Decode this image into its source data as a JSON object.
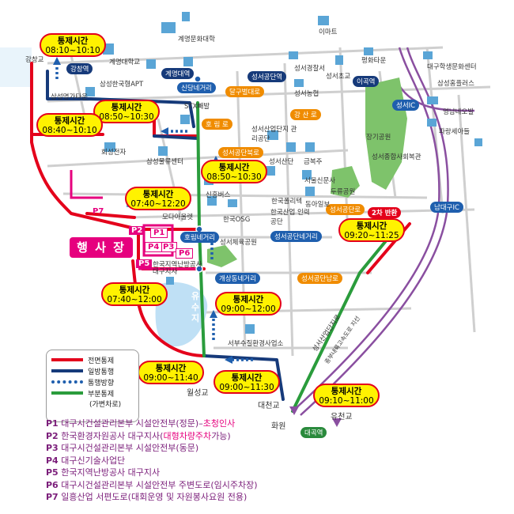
{
  "colors": {
    "full_closure": "#e4001b",
    "one_way": "#163a7a",
    "direction": "#1f5fae",
    "partial": "#2a9c3c",
    "venue": "#e6007e",
    "bubble_fill": "#fff200"
  },
  "control_label": "통제시간",
  "control_times": [
    {
      "id": "c1",
      "time": "08:10~10:10"
    },
    {
      "id": "c2",
      "time": "08:50~10:30"
    },
    {
      "id": "c3",
      "time": "08:40~10:10"
    },
    {
      "id": "c4",
      "time": "08:50~10:30"
    },
    {
      "id": "c5",
      "time": "07:40~12:20"
    },
    {
      "id": "c6",
      "time": "09:20~11:25"
    },
    {
      "id": "c7",
      "time": "07:40~12:00"
    },
    {
      "id": "c8",
      "time": "09:00~12:00"
    },
    {
      "id": "c9",
      "time": "09:00~11:40"
    },
    {
      "id": "c10",
      "time": "09:00~11:30"
    },
    {
      "id": "c11",
      "time": "09:10~11:00"
    }
  ],
  "stations": {
    "gangchang": "강창역",
    "keimyung": "계명대역",
    "seongseo_gongdan": "성서공단역",
    "igok": "이곡역",
    "daegok": "대곡역"
  },
  "road_pills": {
    "dalgubeol": "달구벌대로",
    "gangsan": "강 산 로",
    "hohoo": "호 림 로",
    "seongseo_north": "성서공단북로",
    "seongseo_south": "성서공단남로",
    "seongseo_ro": "성서공단로",
    "namdaegu_ic": "남대구IC",
    "seongseo_ic": "성서IC",
    "second_turn": "2차 반환"
  },
  "places": {
    "keimyung_univ_art": "계명문화대학",
    "keimyung_univ": "계명대학교",
    "gangchanggyo": "강창교",
    "samsung_apt": "삼성한국형APT",
    "samsung_town": "삼성명가타운",
    "sinddang_ix": "신당네거리",
    "stx": "STX빼발",
    "emart": "이마트",
    "seongseo_police": "성서경찰서",
    "seongseo_school": "성서초교",
    "seongseo_farm": "성서농협",
    "pyeonghwa": "평화타운",
    "daegu_students": "대구학생문화센터",
    "samsung_hp": "삼성홈플러스",
    "yeongnam_olnet": "영남네오빌",
    "paran": "파랑세아들",
    "kcs_north": "장기공원",
    "seongseo_gym": "성서종합사회복관",
    "seongseo_ind_office": "성서산업단지 관리공단",
    "seongseo_ind": "성서산단",
    "geumbok": "금복주",
    "hoseong": "회성전자",
    "samsung_logistics": "삼성물류센터",
    "sindong": "신흥버스",
    "modai": "모다아울렛",
    "hanguk_osg": "한국OSG",
    "hanguk_polytech": "한국폴리텍",
    "seoul_milk": "서울신문사",
    "donga": "동아일보",
    "korea_ind": "한국산업 인력공단",
    "mechanic_park": "두류공원",
    "hoim_ix": "호림네거리",
    "seongseo_body": "성서체육공원",
    "korea_district": "한국지역난방공사 대구지사",
    "gaesang_ix": "개상동네거리",
    "yusuji": "유수지",
    "seobu_water": "서부수질환경사업소",
    "wolsung_bridge": "월성교",
    "daecheon_bridge": "대천교",
    "hwawon": "화원",
    "yucheon_bridge": "유천교",
    "seongseo_ind_road": "성서산업단지로",
    "jungbu_road": "중부내륙고속도로 지선",
    "seongseo_gongdan_ix": "성서공단네거리",
    "daegok_station": "대곡역"
  },
  "p_labels": [
    "P1",
    "P2",
    "P3",
    "P4",
    "P5",
    "P6",
    "P7"
  ],
  "venue": "행 사 장",
  "legend": {
    "items": [
      {
        "label": "전면통제",
        "color": "#e4001b",
        "style": "solid"
      },
      {
        "label": "일방통행",
        "color": "#163a7a",
        "style": "solid"
      },
      {
        "label": "통행방향",
        "color": "#1f5fae",
        "style": "dotted"
      },
      {
        "label": "부분통제",
        "color": "#2a9c3c",
        "style": "solid"
      }
    ],
    "note": "(가변차로)"
  },
  "facilities": [
    {
      "id": "P1",
      "text": "대구시건설관리본부 시설안전부(정문)",
      "sep": "–",
      "highlight": "초청인사",
      "tail": ""
    },
    {
      "id": "P2",
      "text": "한국환경자원공사 대구지사(",
      "sep": "",
      "highlight": "대형차량주차",
      "tail": "가능)"
    },
    {
      "id": "P3",
      "text": "대구시건설관리본부 시설안전부(동문)",
      "sep": "",
      "highlight": "",
      "tail": ""
    },
    {
      "id": "P4",
      "text": "대구신기술사업단",
      "sep": "",
      "highlight": "",
      "tail": ""
    },
    {
      "id": "P5",
      "text": "한국지역난방공사 대구지사",
      "sep": "",
      "highlight": "",
      "tail": ""
    },
    {
      "id": "P6",
      "text": "대구시건설관리본부 시설안전부 주변도로(임시주차장)",
      "sep": "",
      "highlight": "",
      "tail": ""
    },
    {
      "id": "P7",
      "text": "일흥산업 서편도로(대회운영 및 자원봉사요원 전용)",
      "sep": "",
      "highlight": "",
      "tail": ""
    }
  ]
}
